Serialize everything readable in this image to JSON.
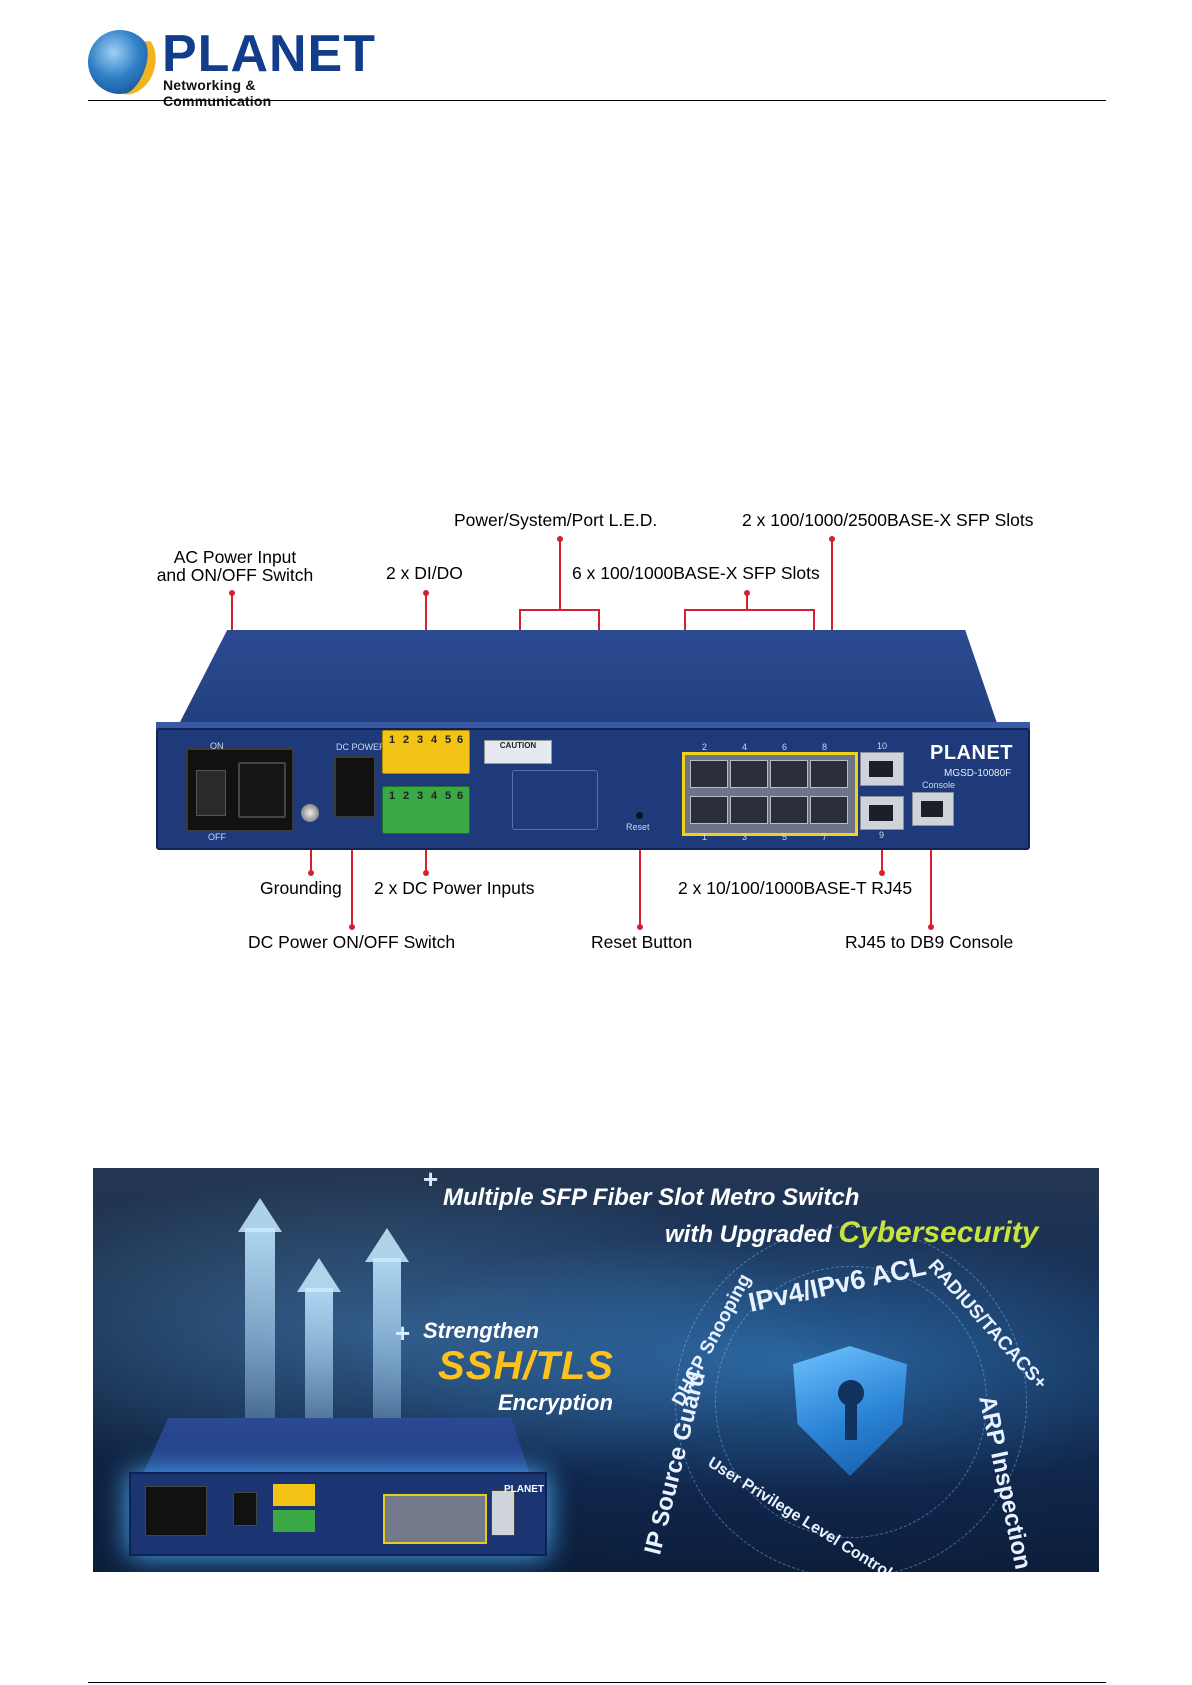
{
  "header": {
    "brand": "PLANET",
    "tagline": "Networking & Communication"
  },
  "panel": {
    "callouts": {
      "ac_power": [
        "AC Power Input",
        "and ON/OFF Switch"
      ],
      "dido": "2 x DI/DO",
      "led": "Power/System/Port L.E.D.",
      "sfp_6": "6 x 100/1000BASE-X SFP Slots",
      "sfp_2": "2 x 100/1000/2500BASE-X SFP Slots",
      "grounding": "Grounding",
      "dc_inputs": "2 x DC Power Inputs",
      "rj45": "2 x 10/100/1000BASE-T RJ45",
      "dc_switch": "DC Power ON/OFF Switch",
      "reset": "Reset Button",
      "console": "RJ45 to DB9 Console"
    },
    "device": {
      "logo": "PLANET",
      "model": "MGSD-10080F",
      "caution": "CAUTION",
      "terminal_numbers": [
        "1",
        "2",
        "3",
        "4",
        "5",
        "6"
      ],
      "console_label": "Console",
      "sfp_top_numbers": [
        "2",
        "4",
        "6",
        "8"
      ],
      "sfp_bottom_numbers": [
        "1",
        "3",
        "5",
        "7"
      ],
      "rj45_top_number": "10",
      "rj45_bottom_number": "9",
      "ac_text": [
        "ON",
        "OFF"
      ],
      "dc_power_on": "DC POWER ON",
      "reset_label": "Reset"
    }
  },
  "banner": {
    "title": "Multiple SFP Fiber Slot Metro Switch",
    "subtitle_prefix": "with Upgraded",
    "subtitle_highlight": "Cybersecurity",
    "strengthen": "Strengthen",
    "ssh": "SSH/TLS",
    "encryption": "Encryption",
    "features": {
      "dhcp": "DHCP Snooping",
      "acl": "IPv4/IPv6 ACL",
      "radius": "RADIUS/TACACS+",
      "arp": "ARP Inspection",
      "ipsg": "IP Source Guard",
      "upl": "User Privilege Level Control"
    },
    "device_logo": "PLANET"
  }
}
